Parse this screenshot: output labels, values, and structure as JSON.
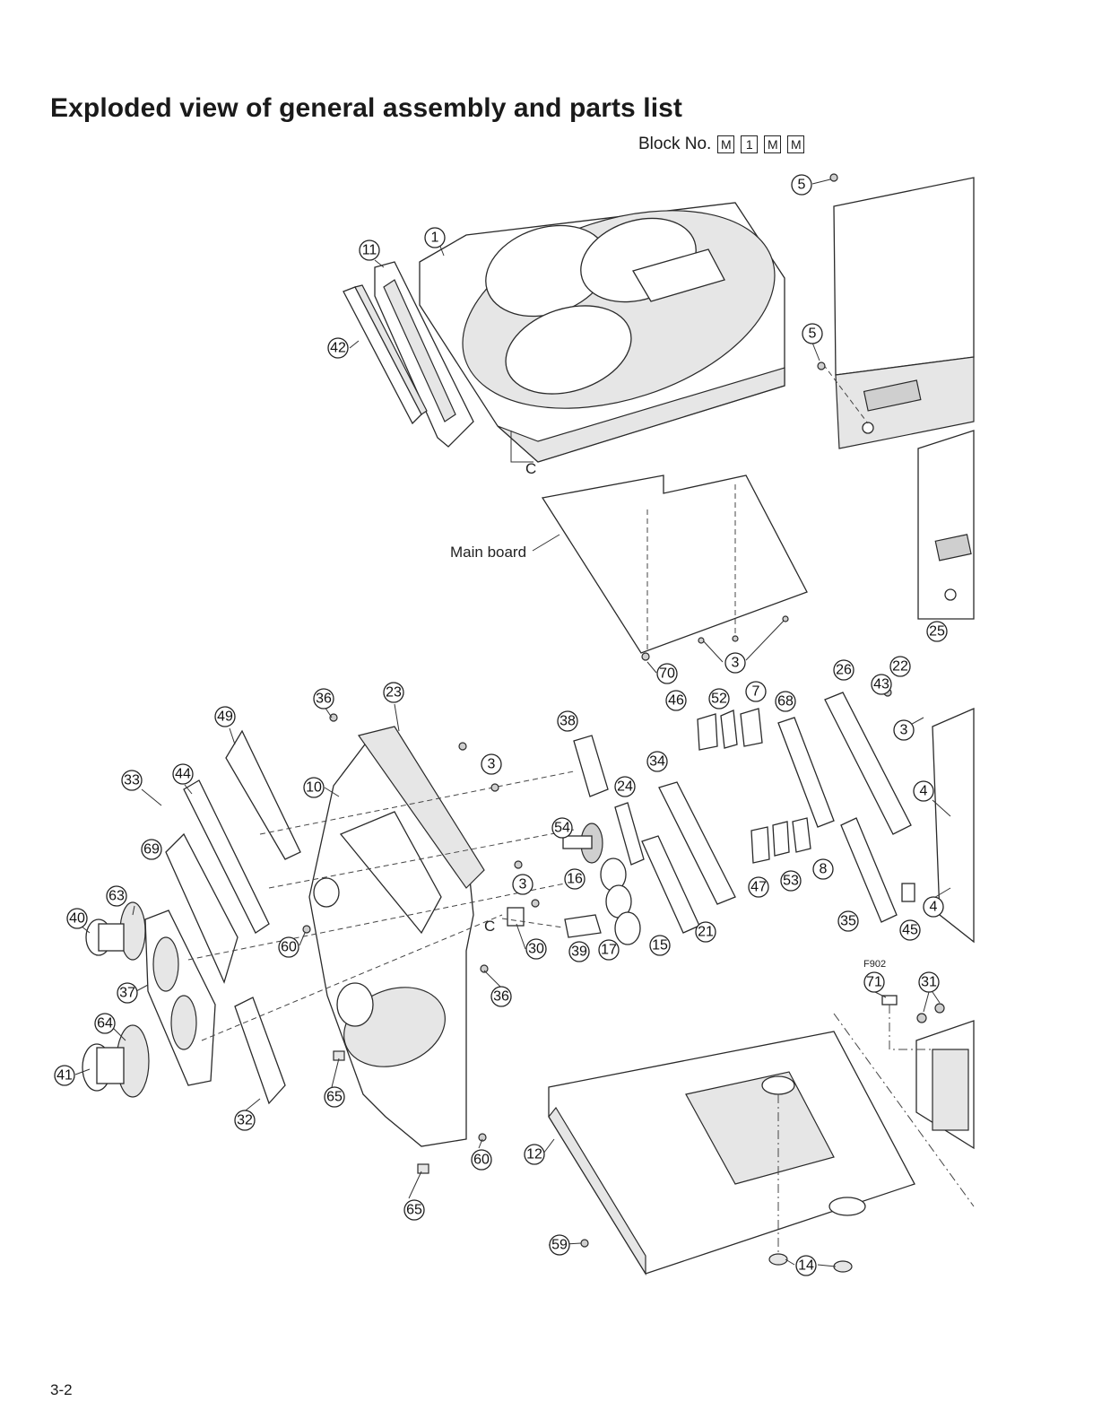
{
  "title": "Exploded view of general assembly and parts list",
  "block": {
    "label": "Block No.",
    "codes": [
      "M",
      "1",
      "M",
      "M"
    ]
  },
  "page_number": "3-2",
  "labels": {
    "main_board": "Main board",
    "ref_c1": "C",
    "ref_c2": "C",
    "fuse": "F902"
  },
  "callouts": [
    {
      "id": "c5a",
      "text": "5"
    },
    {
      "id": "c1",
      "text": "1"
    },
    {
      "id": "c11",
      "text": "11"
    },
    {
      "id": "c42",
      "text": "42"
    },
    {
      "id": "c5b",
      "text": "5"
    },
    {
      "id": "c25",
      "text": "25"
    },
    {
      "id": "c70",
      "text": "70"
    },
    {
      "id": "c3a",
      "text": "3"
    },
    {
      "id": "c26",
      "text": "26"
    },
    {
      "id": "c22",
      "text": "22"
    },
    {
      "id": "c43",
      "text": "43"
    },
    {
      "id": "c3b",
      "text": "3"
    },
    {
      "id": "c46",
      "text": "46"
    },
    {
      "id": "c52",
      "text": "52"
    },
    {
      "id": "c7",
      "text": "7"
    },
    {
      "id": "c68",
      "text": "68"
    },
    {
      "id": "c36a",
      "text": "36"
    },
    {
      "id": "c23",
      "text": "23"
    },
    {
      "id": "c49",
      "text": "49"
    },
    {
      "id": "c38",
      "text": "38"
    },
    {
      "id": "c3c",
      "text": "3"
    },
    {
      "id": "c34",
      "text": "34"
    },
    {
      "id": "c33",
      "text": "33"
    },
    {
      "id": "c44",
      "text": "44"
    },
    {
      "id": "c10",
      "text": "10"
    },
    {
      "id": "c24",
      "text": "24"
    },
    {
      "id": "c4a",
      "text": "4"
    },
    {
      "id": "c54",
      "text": "54"
    },
    {
      "id": "c69",
      "text": "69"
    },
    {
      "id": "c3d",
      "text": "3"
    },
    {
      "id": "c16",
      "text": "16"
    },
    {
      "id": "c8",
      "text": "8"
    },
    {
      "id": "c47",
      "text": "47"
    },
    {
      "id": "c53",
      "text": "53"
    },
    {
      "id": "c63",
      "text": "63"
    },
    {
      "id": "c40",
      "text": "40"
    },
    {
      "id": "c4b",
      "text": "4"
    },
    {
      "id": "c35",
      "text": "35"
    },
    {
      "id": "c45",
      "text": "45"
    },
    {
      "id": "c60a",
      "text": "60"
    },
    {
      "id": "c30",
      "text": "30"
    },
    {
      "id": "c39",
      "text": "39"
    },
    {
      "id": "c17",
      "text": "17"
    },
    {
      "id": "c15",
      "text": "15"
    },
    {
      "id": "c21",
      "text": "21"
    },
    {
      "id": "c37",
      "text": "37"
    },
    {
      "id": "c36b",
      "text": "36"
    },
    {
      "id": "c71",
      "text": "71"
    },
    {
      "id": "c31",
      "text": "31"
    },
    {
      "id": "c64",
      "text": "64"
    },
    {
      "id": "c41",
      "text": "41"
    },
    {
      "id": "c65a",
      "text": "65"
    },
    {
      "id": "c32",
      "text": "32"
    },
    {
      "id": "c12",
      "text": "12"
    },
    {
      "id": "c60b",
      "text": "60"
    },
    {
      "id": "c65b",
      "text": "65"
    },
    {
      "id": "c59",
      "text": "59"
    },
    {
      "id": "c14",
      "text": "14"
    }
  ]
}
